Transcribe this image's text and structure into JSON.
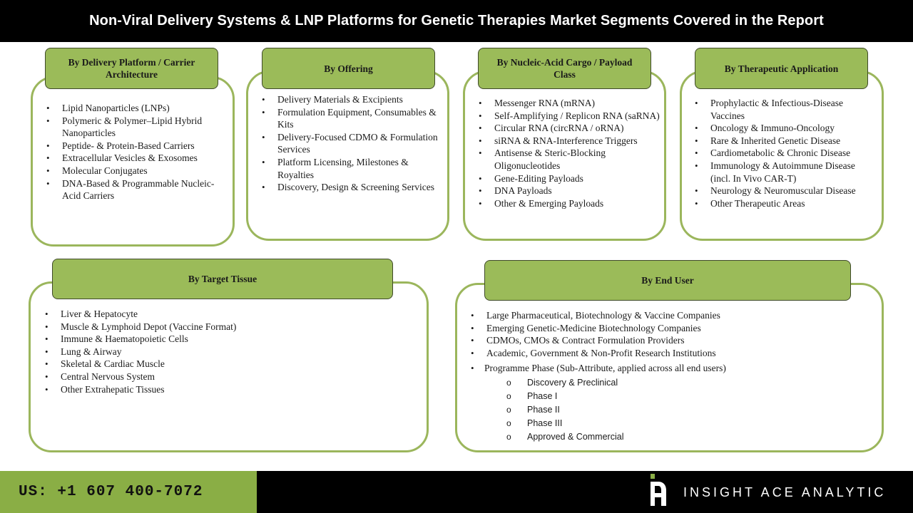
{
  "title": "Non-Viral Delivery Systems & LNP Platforms for Genetic Therapies Market Segments Covered in the Report",
  "segments": [
    {
      "header": "By Delivery Platform / Carrier Architecture",
      "items": [
        "Lipid Nanoparticles (LNPs)",
        "Polymeric & Polymer–Lipid Hybrid Nanoparticles",
        "Peptide- & Protein-Based Carriers",
        "Extracellular Vesicles & Exosomes",
        "Molecular Conjugates",
        "DNA-Based & Programmable Nucleic-Acid Carriers"
      ]
    },
    {
      "header": "By Offering",
      "items": [
        "Delivery Materials & Excipients",
        "Formulation Equipment, Consumables & Kits",
        "Delivery-Focused CDMO & Formulation Services",
        "Platform Licensing, Milestones & Royalties",
        "Discovery, Design & Screening Services"
      ]
    },
    {
      "header": "By Nucleic-Acid Cargo / Payload Class",
      "items": [
        "Messenger RNA (mRNA)",
        "Self-Amplifying / Replicon RNA (saRNA)",
        "Circular RNA (circRNA / oRNA)",
        "siRNA & RNA-Interference Triggers",
        "Antisense & Steric-Blocking Oligonucleotides",
        "Gene-Editing Payloads",
        "DNA Payloads",
        "Other & Emerging Payloads"
      ]
    },
    {
      "header": "By Therapeutic Application",
      "items": [
        "Prophylactic & Infectious-Disease Vaccines",
        "Oncology & Immuno-Oncology",
        "Rare & Inherited Genetic Disease",
        "Cardiometabolic & Chronic Disease",
        "Immunology & Autoimmune Disease (incl. In Vivo CAR-T)",
        "Neurology & Neuromuscular Disease",
        "Other Therapeutic Areas"
      ]
    },
    {
      "header": "By Target Tissue",
      "items": [
        "Liver & Hepatocyte",
        "Muscle & Lymphoid Depot (Vaccine Format)",
        "Immune & Haematopoietic Cells",
        "Lung & Airway",
        "Skeletal & Cardiac Muscle",
        "Central Nervous System",
        "Other Extrahepatic Tissues"
      ]
    },
    {
      "header": "By End User",
      "items": [
        "Large Pharmaceutical, Biotechnology & Vaccine Companies",
        "Emerging Genetic-Medicine Biotechnology Companies",
        "CDMOs, CMOs & Contract Formulation Providers",
        "Academic, Government & Non-Profit Research Institutions"
      ],
      "phase_label": "Programme Phase (Sub-Attribute, applied across all end users)",
      "phases": [
        "Discovery & Preclinical",
        "Phase I",
        "Phase II",
        "Phase III",
        "Approved & Commercial"
      ]
    }
  ],
  "footer": {
    "phone": "US: +1 607 400-7072",
    "brand": "INSIGHT ACE ANALYTIC",
    "logo_icon": "insight-ace-logo-icon",
    "accent_green": "#8aae45",
    "header_green": "#9bbb59",
    "border_green": "#9bb65c"
  }
}
